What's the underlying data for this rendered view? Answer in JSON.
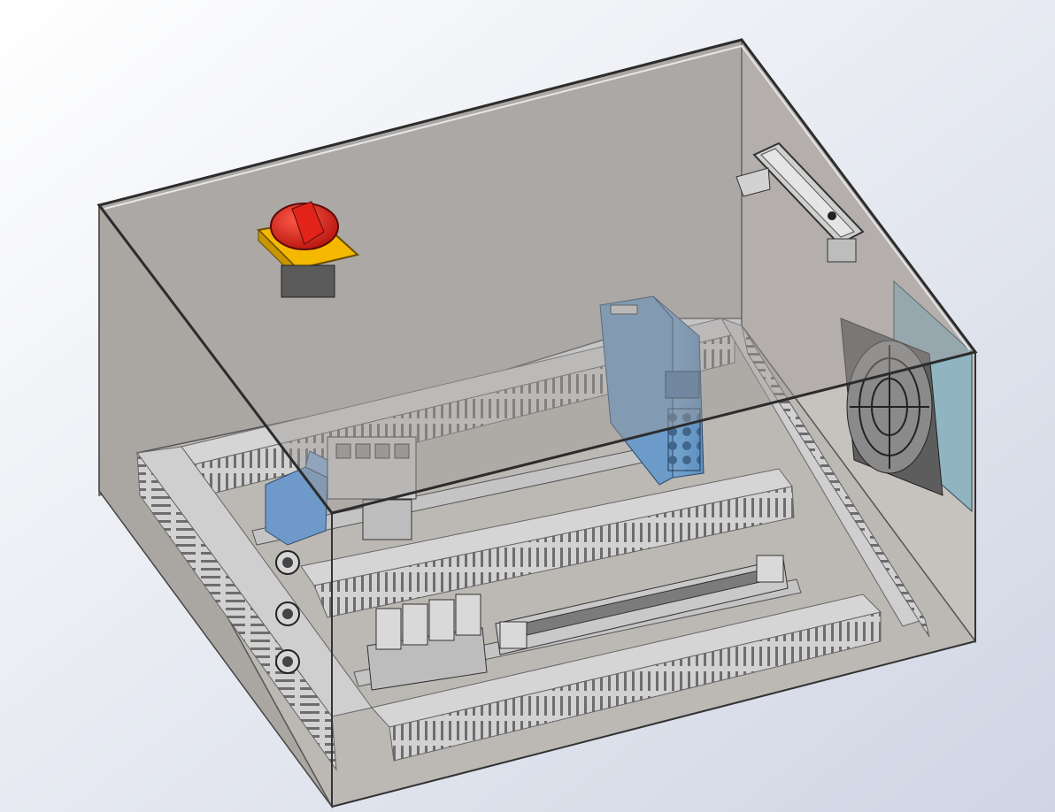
{
  "scene": {
    "background_top": "#ffffff",
    "background_bottom": "#cfd5e4",
    "enclosure_color": "#b8b4af",
    "enclosure_edge": "#3c3c3c",
    "duct_color": "#cfcfcf",
    "din_rail_color": "#bfbfbf",
    "power_supply_color": "#78a6cf",
    "contactor_color": "#7aa2cf",
    "switch_knob_color": "#e2231a",
    "switch_plate_color": "#f5b800",
    "fan_filter_color": "#8fb3bf"
  },
  "components": [
    {
      "name": "main-isolator-switch"
    },
    {
      "name": "din-rail-power-supply"
    },
    {
      "name": "motor-contactor"
    },
    {
      "name": "plug-in-relays"
    },
    {
      "name": "terminal-block-strip"
    },
    {
      "name": "cooling-fan"
    },
    {
      "name": "cable-glands"
    },
    {
      "name": "door-handle-latch"
    },
    {
      "name": "wiring-ducts"
    }
  ]
}
